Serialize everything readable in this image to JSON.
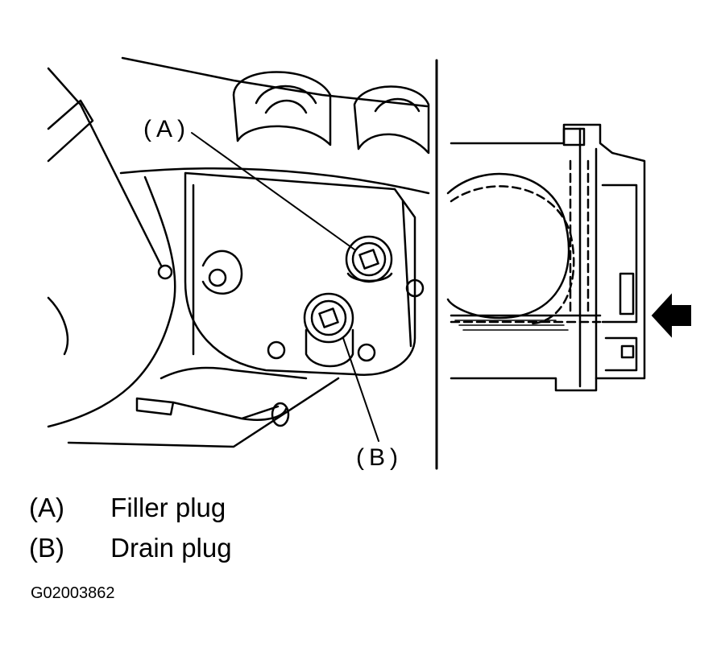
{
  "callouts": {
    "a": "(A)",
    "b": "(B)"
  },
  "legend": [
    {
      "key": "(A)",
      "label": "Filler plug"
    },
    {
      "key": "(B)",
      "label": "Drain plug"
    }
  ],
  "figure_id": "G02003862",
  "icons": {
    "view_arrow": "arrow-left-icon"
  },
  "colors": {
    "ink": "#000000",
    "paper": "#ffffff"
  }
}
